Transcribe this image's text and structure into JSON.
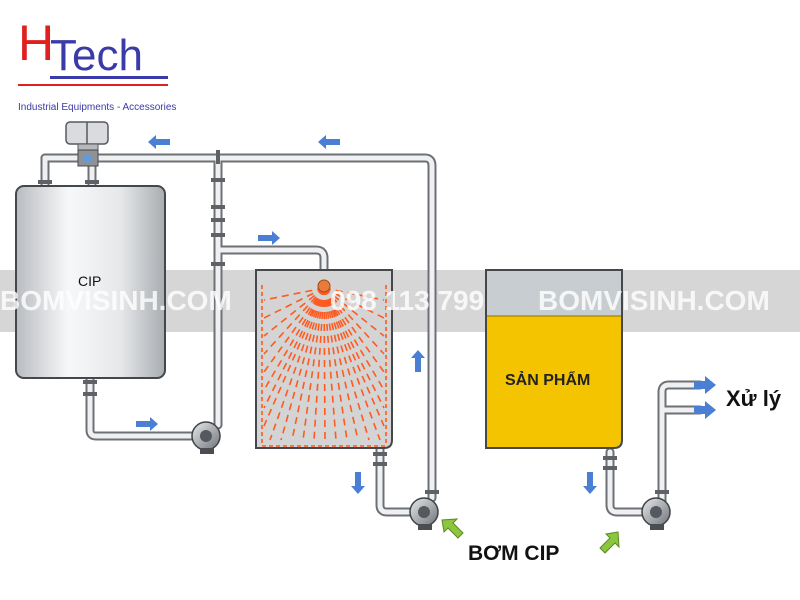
{
  "logo": {
    "letter_h": "H",
    "letters_tech": "Tech",
    "tagline": "Industrial Equipments - Accessories"
  },
  "watermark": {
    "text_left": "BOMVISINH.COM",
    "text_phone": "098 113 799",
    "text_right": "BOMVISINH.COM"
  },
  "labels": {
    "cip_tank": "CIP",
    "product_tank": "SẢN PHẨM",
    "pump": "BƠM CIP",
    "output": "Xử lý"
  },
  "colors": {
    "logo_red": "#e02020",
    "logo_blue": "#3a3aa8",
    "flow_arrow": "#4a7fd4",
    "pump_arrow": "#8cc63f",
    "spray": "#ff5a1f",
    "product_fill": "#f5c400",
    "product_head": "#c8cdd2",
    "watermark_band": "#c8c8c8"
  }
}
